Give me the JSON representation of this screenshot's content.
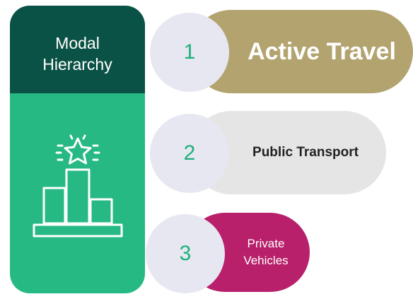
{
  "panel": {
    "title": "Modal\nHierarchy",
    "icon": "podium-star-icon"
  },
  "levels": [
    {
      "number": "1",
      "label": "Active Travel"
    },
    {
      "number": "2",
      "label": "Public Transport"
    },
    {
      "number": "3",
      "label": "Private\nVehicles"
    }
  ],
  "colors": {
    "panel_dark": "#0b5246",
    "panel_green": "#26b983",
    "level_1": "#b3a46f",
    "level_2": "#e5e5e5",
    "level_3": "#b8206b",
    "number_circle": "#e6e7f1",
    "number_text": "#1fb07b"
  }
}
